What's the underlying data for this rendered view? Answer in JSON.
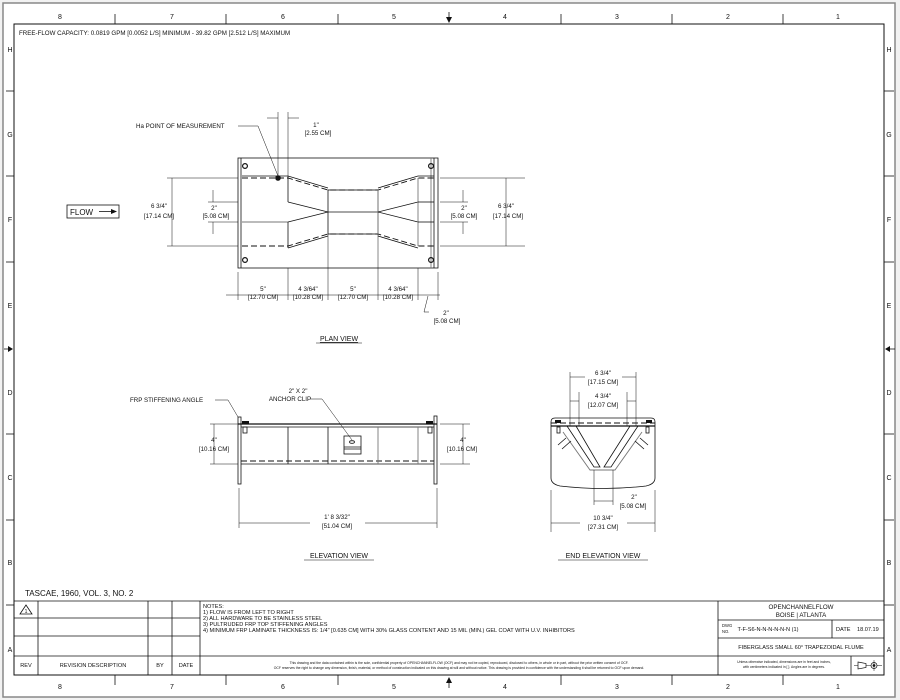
{
  "sheet": {
    "columns_top": [
      "8",
      "7",
      "6",
      "5",
      "4",
      "3",
      "2",
      "1"
    ],
    "columns_bottom": [
      "8",
      "7",
      "6",
      "5",
      "4",
      "3",
      "2",
      "1"
    ],
    "rows_left": [
      "H",
      "G",
      "F",
      "E",
      "D",
      "C",
      "B",
      "A"
    ],
    "rows_right": [
      "H",
      "G",
      "F",
      "E",
      "D",
      "C",
      "B",
      "A"
    ]
  },
  "header_note": "FREE-FLOW CAPACITY:  0.0819 GPM [0.0052 L/S] MINIMUM - 39.82 GPM [2.512 L/S] MAXIMUM",
  "flow_label": "FLOW",
  "plan_view": {
    "title": "PLAN VIEW",
    "ha_callout": "Ha POINT OF MEASUREMENT",
    "dim_ha_offset": "1\"",
    "dim_ha_offset_cm": "[2.55 CM]",
    "dim_overall_width_left": "6 3/4\"",
    "dim_overall_width_left_cm": "[17.14 CM]",
    "dim_throat_left": "2\"",
    "dim_throat_left_cm": "[5.08 CM]",
    "dim_throat_right": "2\"",
    "dim_throat_right_cm": "[5.08 CM]",
    "dim_overall_width_right": "6 3/4\"",
    "dim_overall_width_right_cm": "[17.14 CM]",
    "length_dims": [
      {
        "in": "5\"",
        "cm": "[12.70 CM]"
      },
      {
        "in": "4 3/64\"",
        "cm": "[10.28 CM]"
      },
      {
        "in": "5\"",
        "cm": "[12.70 CM]"
      },
      {
        "in": "4 3/64\"",
        "cm": "[10.28 CM]"
      }
    ],
    "dim_end": "2\"",
    "dim_end_cm": "[5.08 CM]"
  },
  "elevation_view": {
    "title": "ELEVATION VIEW",
    "stiffening_callout": "FRP STIFFENING ANGLE",
    "anchor_callout_line1": "2\" X 2\"",
    "anchor_callout_line2": "ANCHOR CLIP",
    "dim_height_left": "4\"",
    "dim_height_left_cm": "[10.16 CM]",
    "dim_height_right": "4\"",
    "dim_height_right_cm": "[10.16 CM]",
    "dim_length": "1' 8 3/32\"",
    "dim_length_cm": "[51.04 CM]"
  },
  "end_elevation_view": {
    "title": "END ELEVATION VIEW",
    "dim_top": "6 3/4\"",
    "dim_top_cm": "[17.15 CM]",
    "dim_inner": "4 3/4\"",
    "dim_inner_cm": "[12.07 CM]",
    "dim_bottom": "2\"",
    "dim_bottom_cm": "[5.08 CM]",
    "dim_overall": "10 3/4\"",
    "dim_overall_cm": "[27.31 CM]"
  },
  "reference": "TASCAE, 1960, VOL. 3, NO. 2",
  "revision_table": {
    "rev_symbol": "1",
    "headers": {
      "rev": "REV",
      "description": "REVISION DESCRIPTION",
      "by": "BY",
      "date": "DATE"
    }
  },
  "notes": {
    "title": "NOTES:",
    "items": [
      "1)  FLOW IS FROM LEFT TO RIGHT",
      "2)  ALL HARDWARE TO BE STAINLESS STEEL",
      "3)  PULTRUDED FRP TOP STIFFENING ANGLES",
      "4)  MINIMUM FRP LAMINATE THICKNESS IS:  1/4\" [0.635 CM]  WITH 30% GLASS CONTENT AND 15 MIL (MIN.) GEL COAT WITH U.V. INHIBITORS"
    ],
    "confidential_line1": "This drawing and the data contained within is the sole, confidential property of OPENCHANNELFLOW (OCF) and may not be copied, reproduced, disclosed to others, in whole or in part, without the prior written consent of OCF.",
    "confidential_line2": "OCF reserves the right to change any dimension, finish, material, or method of construction indicated on this drawing at will and without notice.  This drawing is provided in confidence with the understanding it shall be returned to OCF upon demand."
  },
  "title_block": {
    "company": "OPENCHANNELFLOW",
    "locations": "BOISE | ATLANTA",
    "dwg_no_label_1": "DWG",
    "dwg_no_label_2": "NO.",
    "dwg_no": "T-F-S6-N-N-N-N-N-N (1)",
    "date_label": "DATE",
    "date": "18.07.19",
    "drawing_title": "FIBERGLASS SMALL 60° TRAPEZOIDAL FLUME",
    "units_note_line1": "Unless otherwise indicated, dimensions are in feet and inches,",
    "units_note_line2": "with centimeters indicated in [ ].  Angles are in degrees.",
    "projection_symbol": "third-angle-projection-icon"
  }
}
